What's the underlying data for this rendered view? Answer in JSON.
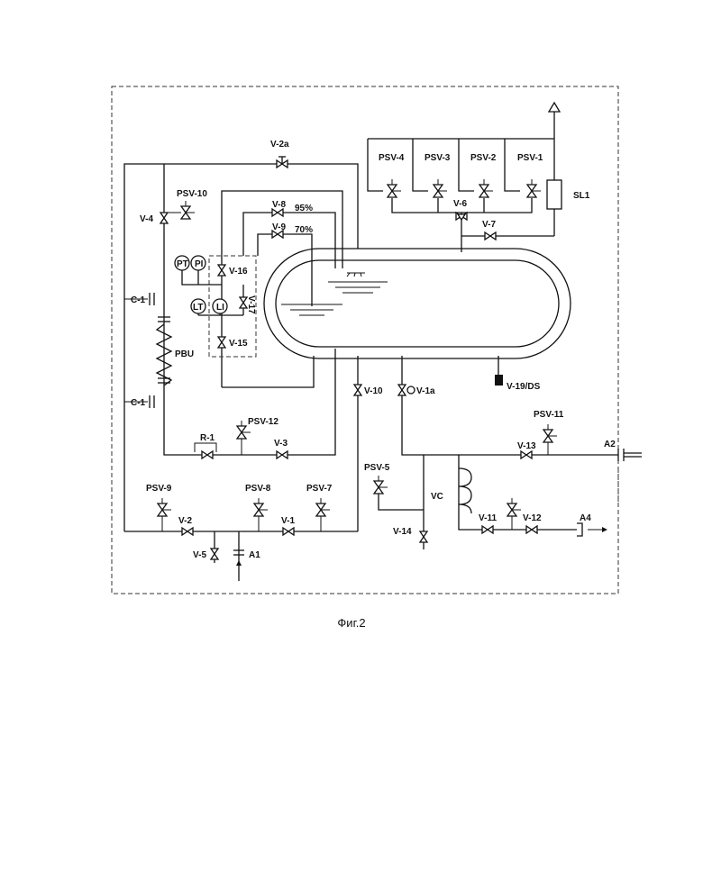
{
  "caption": "Фиг.2",
  "labels": {
    "v2a": "V-2a",
    "psv4": "PSV-4",
    "psv3": "PSV-3",
    "psv2": "PSV-2",
    "psv1": "PSV-1",
    "sl1": "SL1",
    "v6": "V-6",
    "v7": "V-7",
    "psv10": "PSV-10",
    "v4": "V-4",
    "v8": "V-8",
    "p95": "95%",
    "v9": "V-9",
    "p70": "70%",
    "pt": "PT",
    "pi": "PI",
    "lt": "LT",
    "li": "LI",
    "v16": "V-16",
    "v17": "V-17",
    "v15": "V-15",
    "c1a": "C-1",
    "c1b": "C-1",
    "pbu": "PBU",
    "v19": "V-19/DS",
    "v10": "V-10",
    "v1a": "V-1a",
    "psv12": "PSV-12",
    "r1": "R-1",
    "v3": "V-3",
    "psv11": "PSV-11",
    "v13": "V-13",
    "a2": "A2",
    "psv5": "PSV-5",
    "vc": "VC",
    "v14": "V-14",
    "v11": "V-11",
    "v12": "V-12",
    "a4": "A4",
    "psv9": "PSV-9",
    "psv8": "PSV-8",
    "psv7": "PSV-7",
    "v2": "V-2",
    "v1": "V-1",
    "v5": "V-5",
    "a1": "A1"
  }
}
